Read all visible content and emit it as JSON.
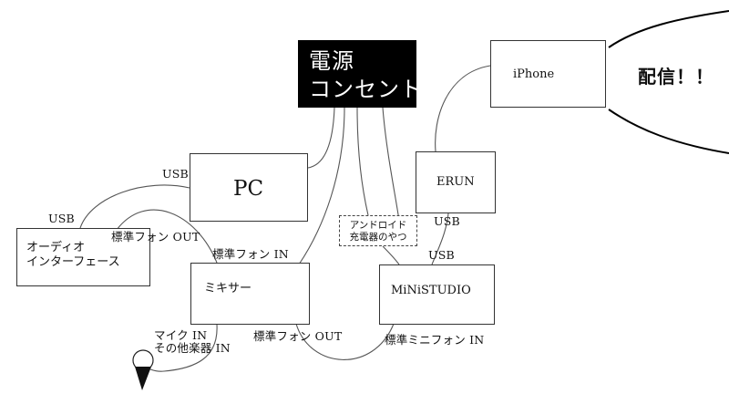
{
  "nodes": {
    "power": "電源\nコンセント",
    "pc": "PC",
    "audio_interface": "オーディオ\nインターフェース",
    "mixer": "ミキサー",
    "ministudio": "MiNiSTUDIO",
    "erun": "ERUN",
    "iphone": "iPhone",
    "charger": "アンドロイド\n充電器のやつ"
  },
  "labels": {
    "usb_pc": "USB",
    "usb_audio": "USB",
    "phone_out_audio": "標準フォン OUT",
    "phone_in_mixer": "標準フォン IN",
    "usb_erun": "USB",
    "usb_ministudio": "USB",
    "phone_out_mixer": "標準フォン OUT",
    "mini_phone_in": "標準ミニフォン IN",
    "mic_in": "マイク IN\nその他楽器 IN"
  },
  "broadcast": "配信！！",
  "colors": {
    "line": "#555555",
    "power_bg": "#000000",
    "box_border": "#333333"
  }
}
